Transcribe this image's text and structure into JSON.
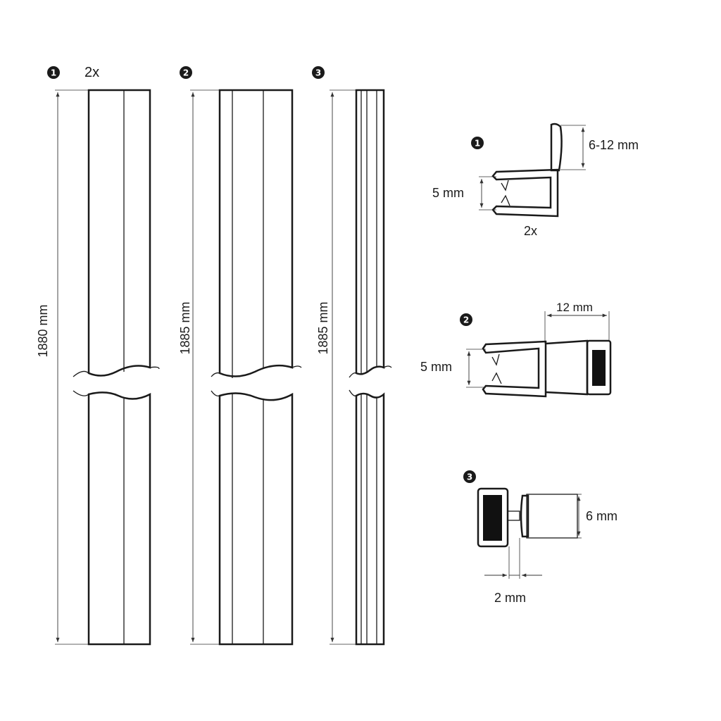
{
  "badges": {
    "strip1": "1",
    "strip2": "2",
    "strip3": "3",
    "profile1": "1",
    "profile2": "2",
    "profile3": "3"
  },
  "strips": {
    "strip1_qty": "2x",
    "strip1_length": "1880 mm",
    "strip2_length": "1885 mm",
    "strip3_length": "1885 mm"
  },
  "profiles": {
    "profile1_lip": "6-12 mm",
    "profile1_glass": "5 mm",
    "profile1_qty": "2x",
    "profile2_width": "12 mm",
    "profile2_glass": "5 mm",
    "profile3_height": "6 mm",
    "profile3_gap": "2 mm"
  },
  "colors": {
    "line": "#1a1a1a",
    "magnet": "#111111",
    "background": "#ffffff"
  }
}
